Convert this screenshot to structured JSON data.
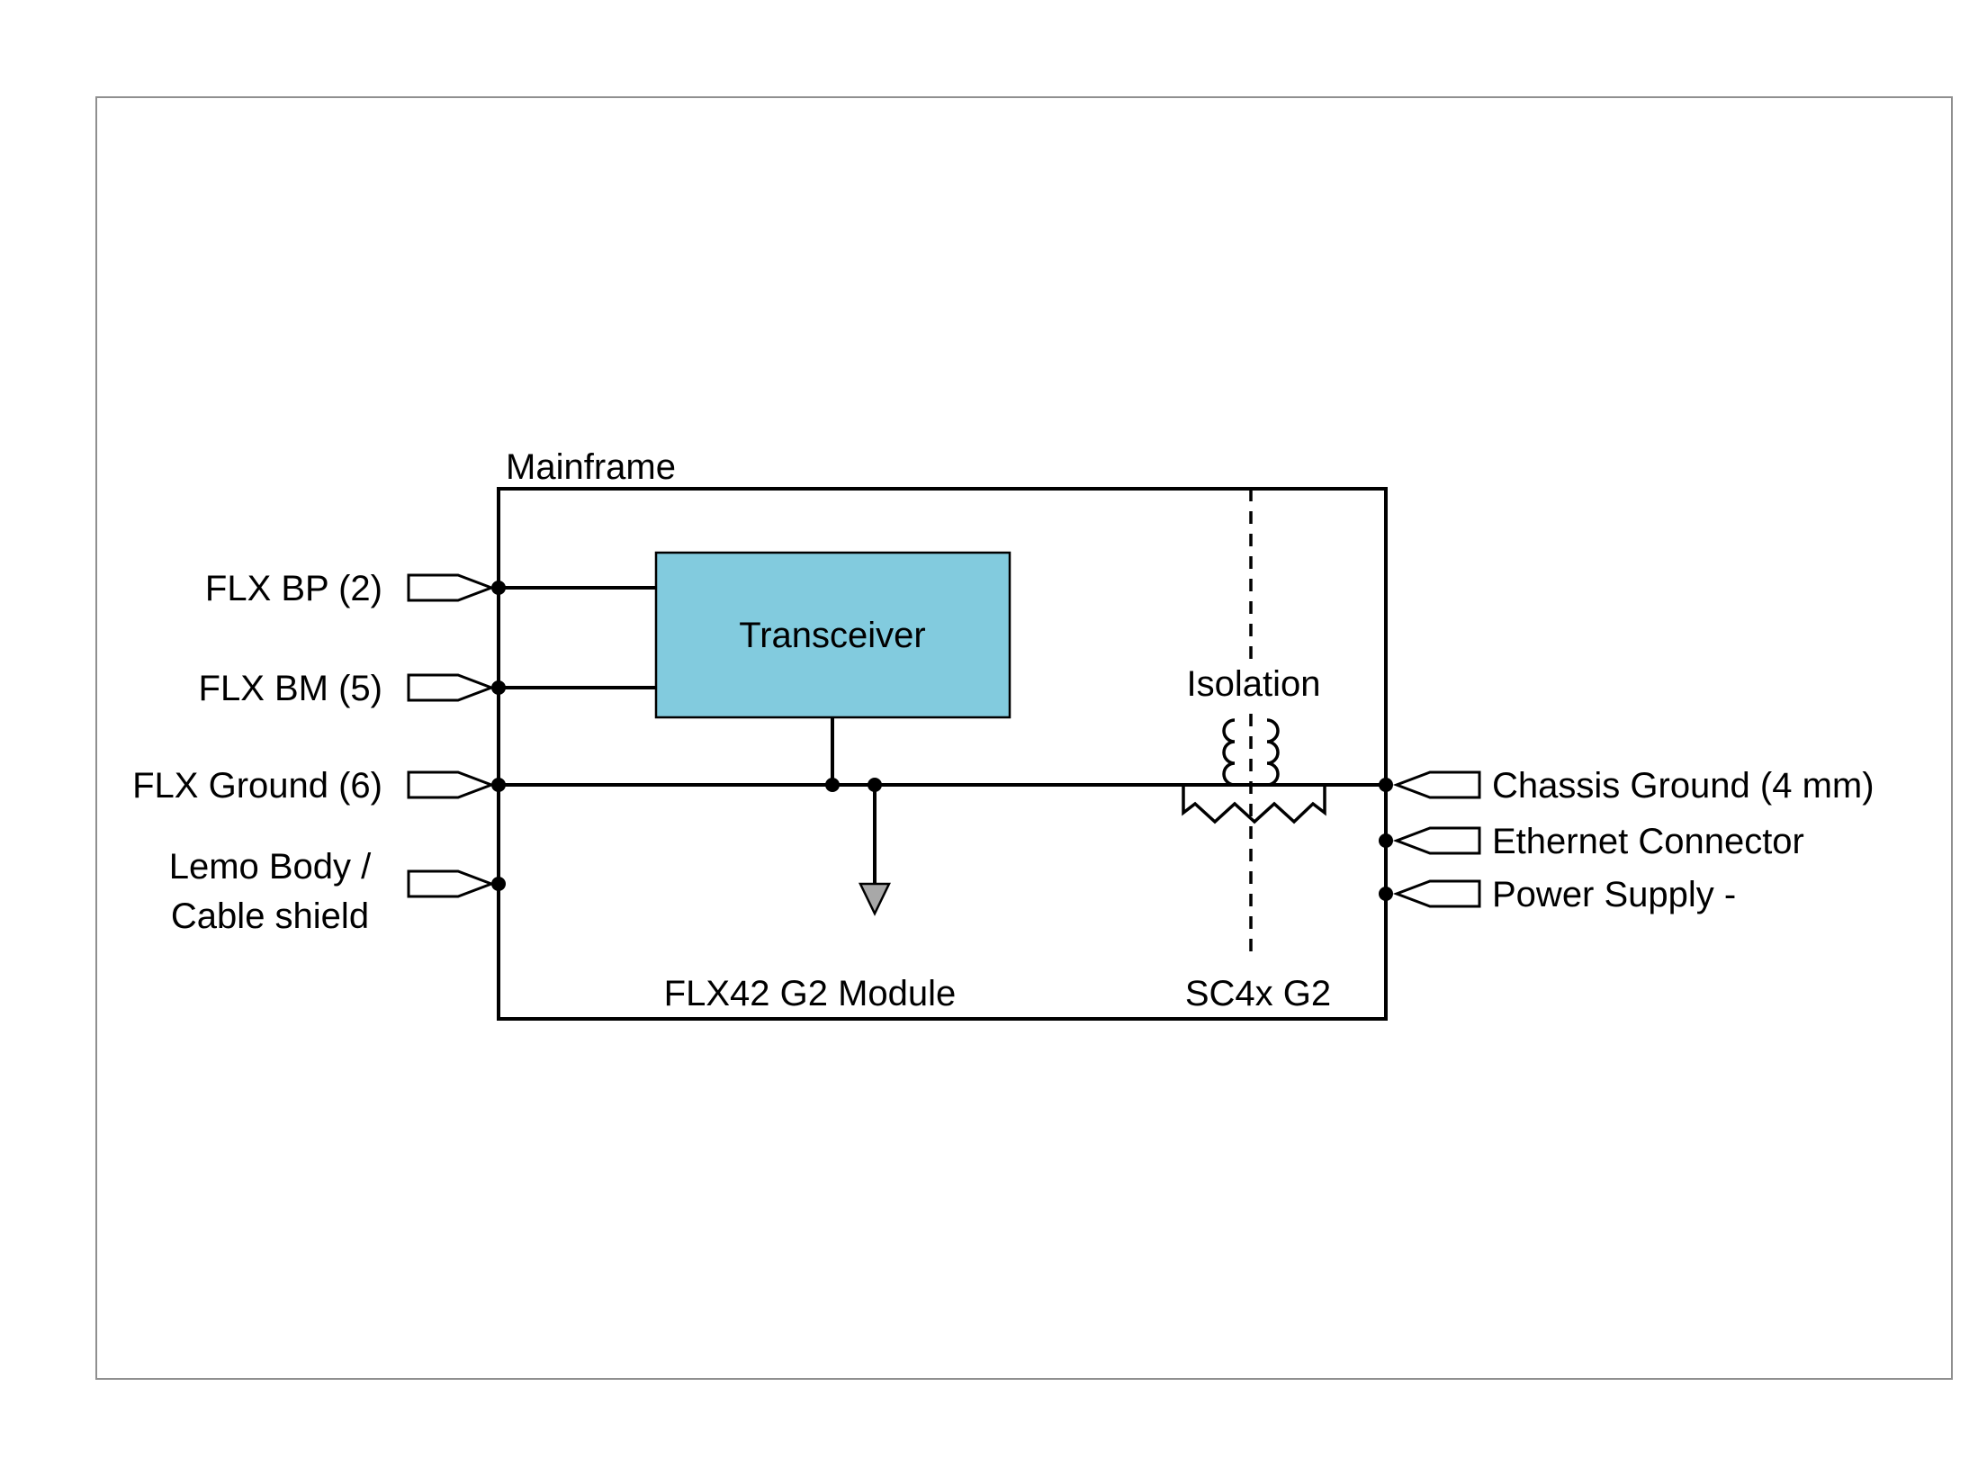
{
  "diagram": {
    "mainframe_label": "Mainframe",
    "transceiver": {
      "label": "Transceiver",
      "fill": "#82cbde"
    },
    "isolation_label": "Isolation",
    "bottom_labels": {
      "module": "FLX42 G2 Module",
      "carrier": "SC4x G2"
    },
    "left_ports": [
      {
        "label": "FLX BP (2)"
      },
      {
        "label": "FLX BM (5)"
      },
      {
        "label": "FLX Ground (6)"
      },
      {
        "label_line1": "Lemo Body /",
        "label_line2": "Cable shield"
      }
    ],
    "right_ports": [
      {
        "label": "Chassis Ground (4 mm)"
      },
      {
        "label": "Ethernet Connector"
      },
      {
        "label": "Power Supply -"
      }
    ],
    "colors": {
      "line": "#000000",
      "arrow_fill": "#a8a8a8",
      "page_border": "#8f8f8f"
    }
  }
}
